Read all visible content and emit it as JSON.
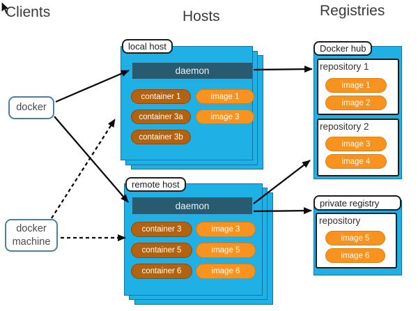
{
  "headers": {
    "clients": "Clients",
    "hosts": "Hosts",
    "registries": "Registries"
  },
  "clients": {
    "docker_label": "docker",
    "docker_machine_label": "docker machine"
  },
  "hosts": {
    "local": {
      "label": "local host",
      "daemon_label": "daemon",
      "containers": [
        "container 1",
        "container 3a",
        "container 3b"
      ],
      "images": [
        "image 1",
        "image 3"
      ]
    },
    "remote": {
      "label": "remote host",
      "daemon_label": "daemon",
      "containers": [
        "container 3",
        "container 5",
        "container 6"
      ],
      "images": [
        "image 3",
        "image 5",
        "image 6"
      ]
    }
  },
  "registries": {
    "docker_hub": {
      "label": "Docker hub",
      "repos": [
        {
          "title": "repository 1",
          "images": [
            "image 1",
            "image 2"
          ]
        },
        {
          "title": "repository 2",
          "images": [
            "image 3",
            "image 4"
          ]
        }
      ]
    },
    "private_registry": {
      "label": "private registry",
      "repos": [
        {
          "title": "repository",
          "images": [
            "image 5",
            "image 6"
          ]
        }
      ]
    }
  },
  "colors": {
    "host_fill": "#1FB0E6",
    "host_border": "#1173A0",
    "daemon_fill": "#295B70",
    "container_fill": "#B3620F",
    "container_border": "#8A4B0C",
    "image_fill": "#F7931E",
    "image_border": "#DD7D0E",
    "client_border": "#4E7F9E",
    "text_dark": "#3A3A3A",
    "arrow_color": "#0A0A0A"
  }
}
